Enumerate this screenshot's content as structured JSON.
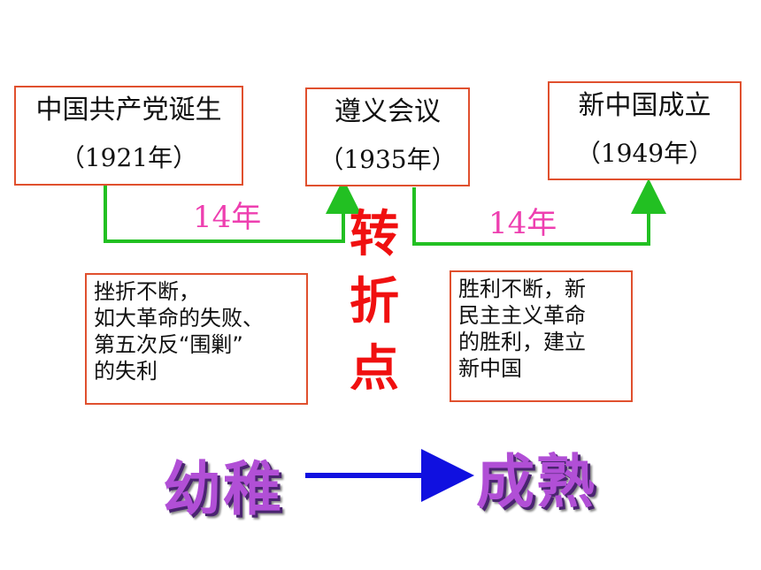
{
  "events": [
    {
      "name": "中国共产党诞生",
      "year": "（1921年）"
    },
    {
      "name": "遵义会议",
      "year": "（1935年）"
    },
    {
      "name": "新中国成立",
      "year": "（1949年）"
    }
  ],
  "intervals": [
    "14年",
    "14年"
  ],
  "turning_point": [
    "转",
    "折",
    "点"
  ],
  "notes": {
    "left": [
      "挫折不断，",
      "如大革命的失败、",
      "第五次反“围剿”",
      "的失利"
    ],
    "right": [
      "胜利不断，新",
      "民主主义革命",
      "的胜利，建立",
      "新中国"
    ]
  },
  "from_label": "幼稚",
  "to_label": "成熟",
  "colors": {
    "box_border": "#e0502e",
    "connector": "#22c022",
    "interval_text": "#ee3fb0",
    "turning_point": "#f01010",
    "big_text": "#b14fd6",
    "arrow": "#1010e0"
  }
}
